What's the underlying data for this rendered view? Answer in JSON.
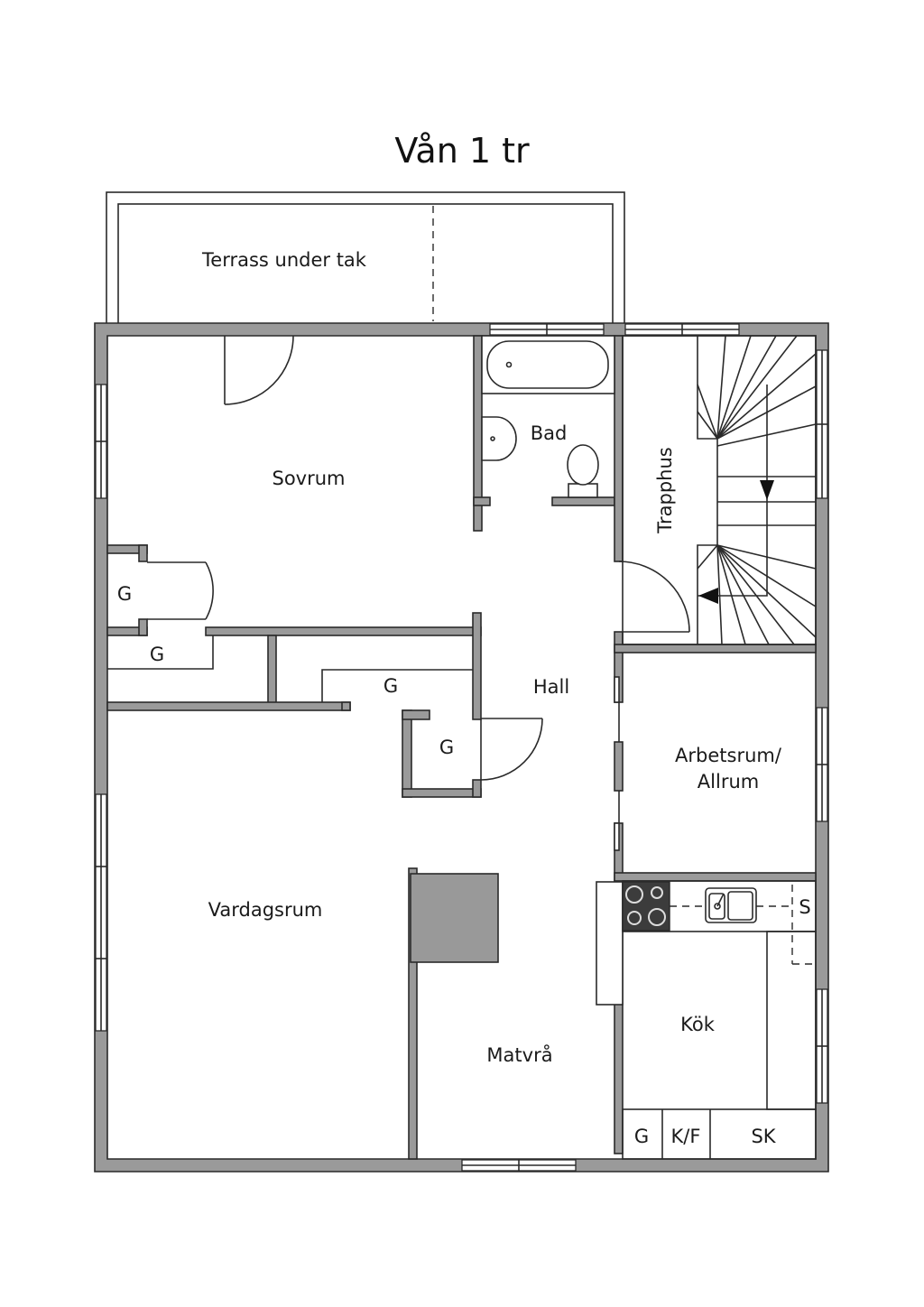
{
  "title": "Vån 1 tr",
  "rooms": {
    "terrass": "Terrass under tak",
    "sovrum": "Sovrum",
    "bad": "Bad",
    "trapphus": "Trapphus",
    "hall": "Hall",
    "arbetsrum_line1": "Arbetsrum/",
    "arbetsrum_line2": "Allrum",
    "vardagsrum": "Vardagsrum",
    "matvra": "Matvrå",
    "kok": "Kök"
  },
  "storage": {
    "g_sovrum": "G",
    "g_corridor_left": "G",
    "g_corridor_right": "G",
    "g_hall": "G",
    "g_kitchen": "G",
    "kf": "K/F",
    "sk": "SK",
    "s": "S"
  },
  "colors": {
    "wall": "#9a9a9a",
    "line": "#2a2a2a",
    "stove": "#3c3c3c",
    "chimney": "#999999"
  }
}
